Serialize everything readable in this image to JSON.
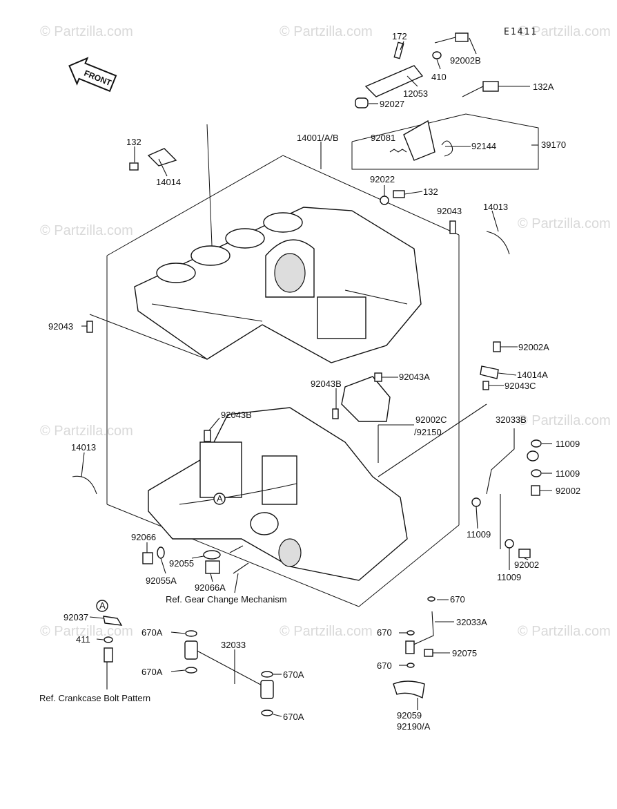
{
  "diagram": {
    "code": "E1411",
    "front_label": "FRONT",
    "watermark": "© Partzilla.com",
    "refs": {
      "gear_change": "Ref. Gear Change Mechanism",
      "crankcase_bolt": "Ref. Crankcase Bolt Pattern"
    },
    "callout_a": "A",
    "labels": {
      "p172": "172",
      "p92002B": "92002B",
      "p410": "410",
      "p12053": "12053",
      "p92027": "92027",
      "p132A": "132A",
      "p14001": "14001/A/B",
      "p92081": "92081",
      "p92144": "92144",
      "p39170": "39170",
      "p132_left": "132",
      "p14014": "14014",
      "p92022": "92022",
      "p132_mid": "132",
      "p92043_top": "92043",
      "p14013_top": "14013",
      "p92043_left": "92043",
      "p92002A": "92002A",
      "p14014A": "14014A",
      "p92043A": "92043A",
      "p92043C": "92043C",
      "p92043B_mid": "92043B",
      "p92043B_left": "92043B",
      "p92002C": "92002C",
      "p92150": "/92150",
      "p32033B": "32033B",
      "p11009_a": "11009",
      "p14013_left": "14013",
      "p11009_b": "11009",
      "p92002_a": "92002",
      "p11009_c": "11009",
      "p92066": "92066",
      "p92055": "92055",
      "p92055A": "92055A",
      "p92066A": "92066A",
      "p92002_b": "92002",
      "p11009_d": "11009",
      "p670_top": "670",
      "p92037": "92037",
      "p32033A": "32033A",
      "p411": "411",
      "p670A_1": "670A",
      "p32033": "32033",
      "p670_mid": "670",
      "p92075": "92075",
      "p670A_2": "670A",
      "p670A_3": "670A",
      "p670_bot": "670",
      "p670A_4": "670A",
      "p92059": "92059",
      "p92190A": "92190/A"
    }
  }
}
